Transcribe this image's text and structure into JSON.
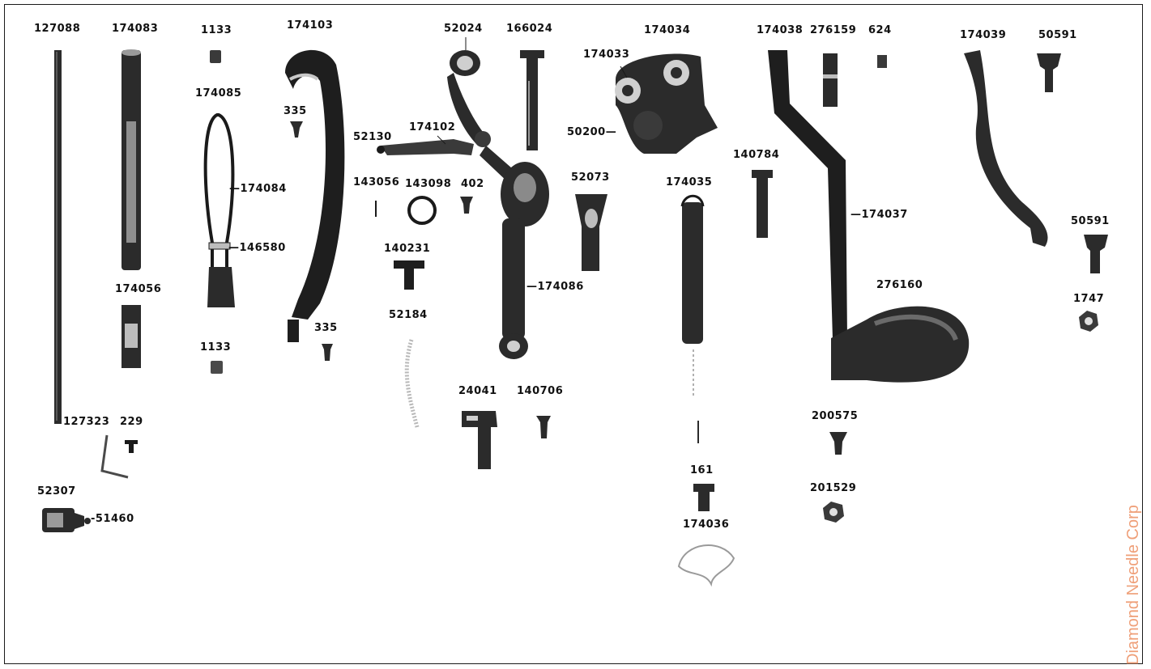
{
  "watermark": "Diamond Needle Corp",
  "colors": {
    "ink": "#1a1a1a",
    "metal": "#2b2b2b",
    "highlight": "#bdbdbd",
    "watermark": "#ef9f78"
  },
  "labels": {
    "l127088": "127088",
    "l174083": "174083",
    "l1133a": "1133",
    "l174103": "174103",
    "l52024": "52024",
    "l166024": "166024",
    "l174034": "174034",
    "l174038": "174038",
    "l276159": "276159",
    "l624": "624",
    "l174039": "174039",
    "l50591a": "50591",
    "l174033": "174033",
    "l174085": "174085",
    "l335a": "335",
    "l52130": "52130",
    "l174102": "174102",
    "l50200": "50200—",
    "l140784": "140784",
    "l174084": "—174084",
    "l143056": "143056",
    "l143098": "143098",
    "l402": "402",
    "l52073": "52073",
    "l174035": "174035",
    "l174037": "—174037",
    "l50591b": "50591",
    "l146580": "—146580",
    "l140231": "140231",
    "l174086": "—174086",
    "l276160": "276160",
    "l174056": "174056",
    "l1747": "1747",
    "l52184": "52184",
    "l335b": "335",
    "l1133b": "1133",
    "l24041": "24041",
    "l140706": "140706",
    "l127323": "127323",
    "l229": "229",
    "l200575": "200575",
    "l161": "161",
    "l201529": "201529",
    "l52307": "52307",
    "l51460": "-51460",
    "l174036": "174036"
  }
}
